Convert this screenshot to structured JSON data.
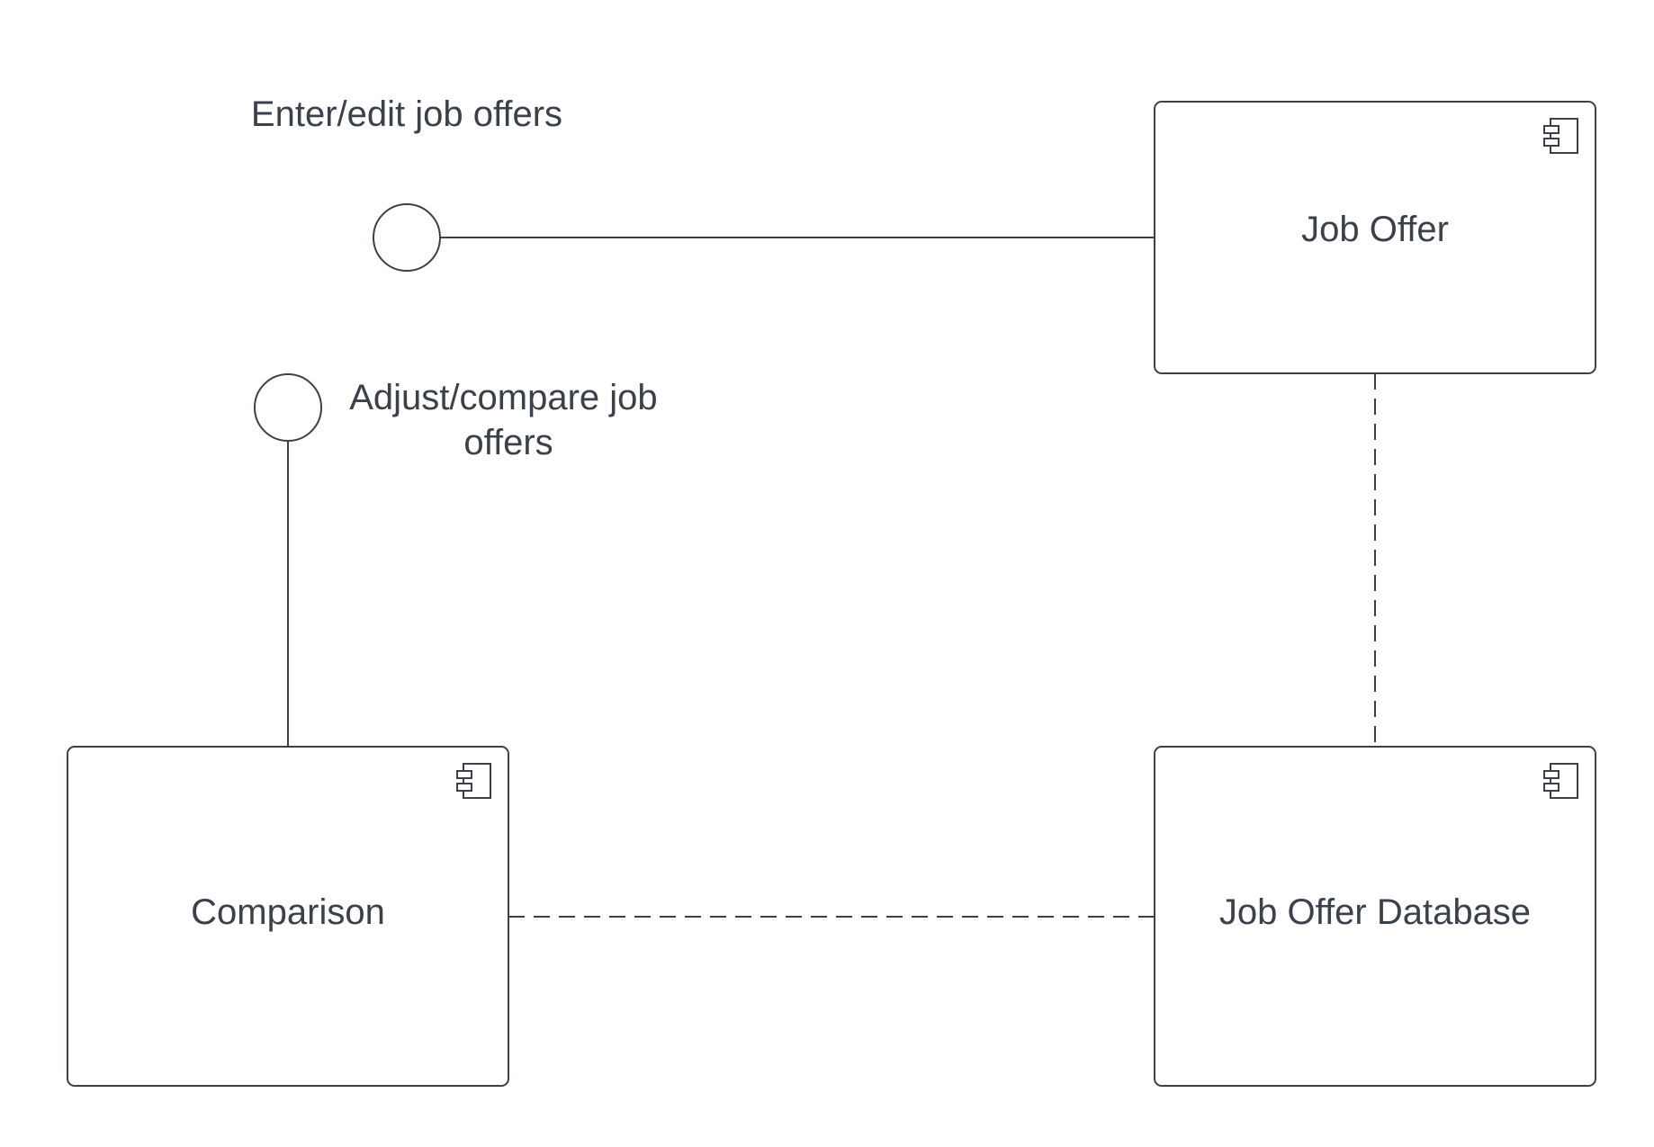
{
  "components": {
    "job_offer": {
      "label": "Job Offer"
    },
    "comparison": {
      "label": "Comparison"
    },
    "job_offer_database": {
      "label": "Job Offer Database"
    }
  },
  "interfaces": {
    "enter_edit": {
      "label": "Enter/edit job offers"
    },
    "adjust_compare": {
      "label_line1": "Adjust/compare job",
      "label_line2": "offers"
    }
  },
  "colors": {
    "stroke": "#3a414a",
    "background": "#ffffff"
  }
}
